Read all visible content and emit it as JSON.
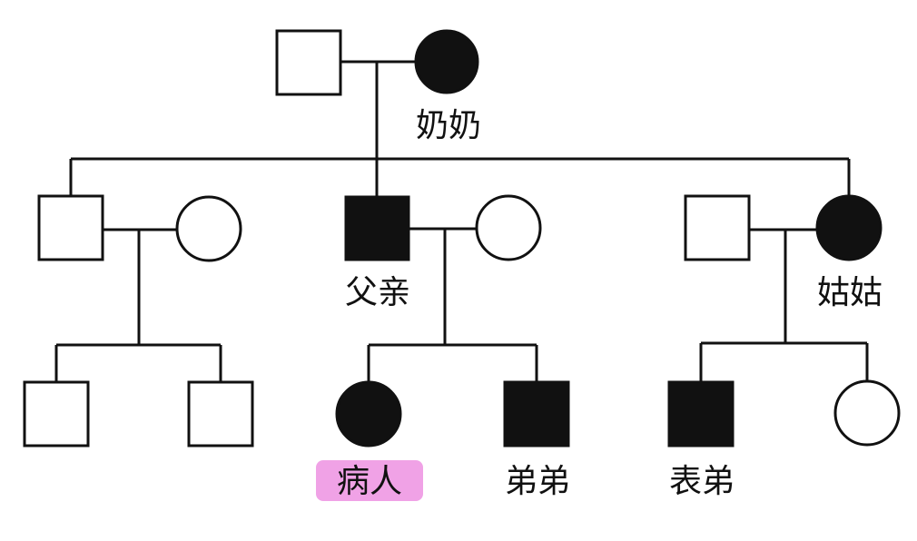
{
  "colors": {
    "affected": "#111111",
    "unaffected": "#ffffff",
    "patient_highlight": "#f0a2e6"
  },
  "labels": {
    "grandmother": "奶奶",
    "father": "父亲",
    "aunt": "姑姑",
    "patient": "病人",
    "brother": "弟弟",
    "cousin": "表弟"
  },
  "members": {
    "grandfather": {
      "sex": "male",
      "affected": false
    },
    "grandmother": {
      "sex": "female",
      "affected": true
    },
    "uncle": {
      "sex": "male",
      "affected": false
    },
    "uncle_wife": {
      "sex": "female",
      "affected": false
    },
    "father": {
      "sex": "male",
      "affected": true
    },
    "mother": {
      "sex": "female",
      "affected": false
    },
    "aunt_husband": {
      "sex": "male",
      "affected": false
    },
    "aunt": {
      "sex": "female",
      "affected": true
    },
    "uncle_son_1": {
      "sex": "male",
      "affected": false
    },
    "uncle_son_2": {
      "sex": "male",
      "affected": false
    },
    "patient": {
      "sex": "female",
      "affected": true
    },
    "brother": {
      "sex": "male",
      "affected": true
    },
    "cousin": {
      "sex": "male",
      "affected": true
    },
    "cousin_sister": {
      "sex": "female",
      "affected": false
    }
  }
}
